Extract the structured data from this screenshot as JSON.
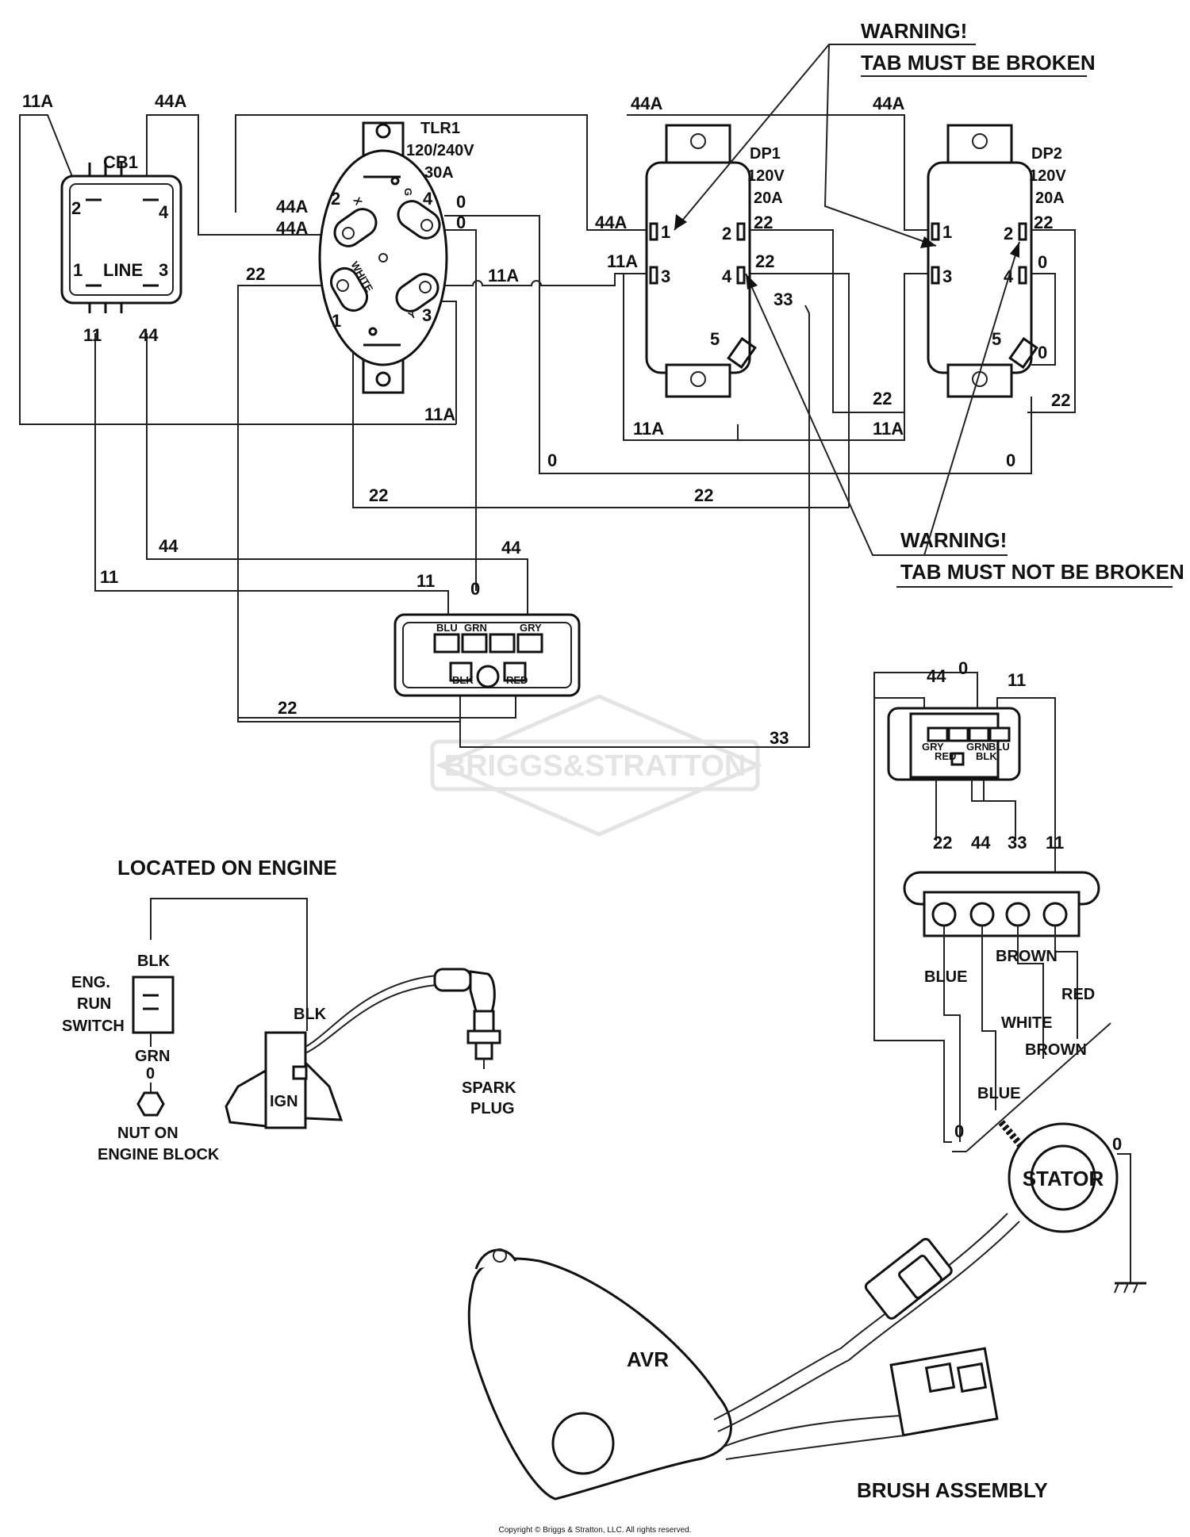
{
  "copyright": "Copyright © Briggs & Stratton, LLC. All rights reserved.",
  "watermark": "BRIGGS&STRATTON",
  "warnings": {
    "broken": {
      "line1": "WARNING!",
      "line2": "TAB MUST BE BROKEN"
    },
    "not_broken": {
      "line1": "WARNING!",
      "line2": "TAB MUST NOT BE BROKEN"
    }
  },
  "cb1": {
    "name": "CB1",
    "line_label": "LINE",
    "pins": [
      "2",
      "4",
      "1",
      "3"
    ],
    "top_wires": [
      "11A",
      "44A"
    ],
    "bottom_wires": [
      "11",
      "44"
    ]
  },
  "tlr1": {
    "name": "TLR1",
    "rating_voltage": "120/240V",
    "rating_current": "30A",
    "pins": [
      "2",
      "4",
      "1",
      "3"
    ],
    "terminals": [
      "X",
      "G",
      "WHITE",
      "Y"
    ]
  },
  "dp1": {
    "name": "DP1",
    "rating_voltage": "120V",
    "rating_current": "20A",
    "pins": [
      "1",
      "2",
      "3",
      "4",
      "5"
    ]
  },
  "dp2": {
    "name": "DP2",
    "rating_voltage": "120V",
    "rating_current": "20A",
    "pins": [
      "1",
      "2",
      "3",
      "4",
      "5"
    ]
  },
  "wires": {
    "w11A": "11A",
    "w44A": "44A",
    "w22": "22",
    "w0": "0",
    "w33": "33",
    "w44": "44",
    "w11": "11"
  },
  "connector_block": {
    "top_pins": [
      "BLU",
      "GRN",
      "GRY"
    ],
    "bottom_pins": [
      "BLK",
      "RED"
    ]
  },
  "stator_connector": {
    "top_pins": [
      "GRY",
      "GRN",
      "BLU"
    ],
    "bottom_pins": [
      "RED",
      "BLK"
    ],
    "wire_numbers": [
      "22",
      "44",
      "33",
      "11"
    ]
  },
  "wire_colors": {
    "blue": "BLUE",
    "white": "WHITE",
    "brown": "BROWN",
    "red": "RED"
  },
  "engine": {
    "located_label": "LOCATED ON ENGINE",
    "switch_label_1": "ENG.",
    "switch_label_2": "RUN",
    "switch_label_3": "SWITCH",
    "blk": "BLK",
    "grn": "GRN",
    "zero": "0",
    "nut_label_1": "NUT ON",
    "nut_label_2": "ENGINE BLOCK",
    "ign": "IGN",
    "spark_1": "SPARK",
    "spark_2": "PLUG"
  },
  "components": {
    "stator": "STATOR",
    "avr": "AVR",
    "brush": "BRUSH ASSEMBLY"
  }
}
